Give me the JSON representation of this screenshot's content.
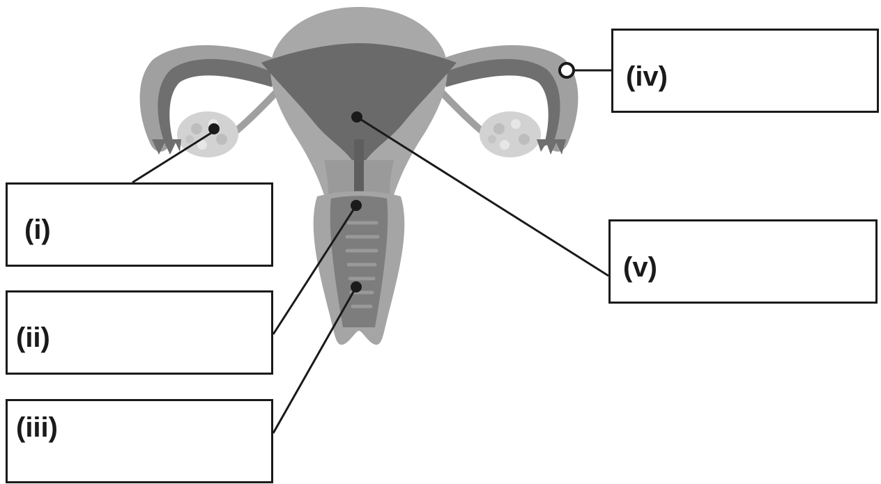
{
  "diagram": {
    "labels": {
      "i": "(i)",
      "ii": "(ii)",
      "iii": "(iii)",
      "iv": "(iv)",
      "v": "(v)"
    }
  },
  "colors": {
    "outline": "#1a1a1a",
    "tissue_light": "#a8a8a8",
    "tissue_mid": "#7a7a7a",
    "tissue_dark": "#5e5e5e",
    "ovary": "#d9d9d9"
  }
}
